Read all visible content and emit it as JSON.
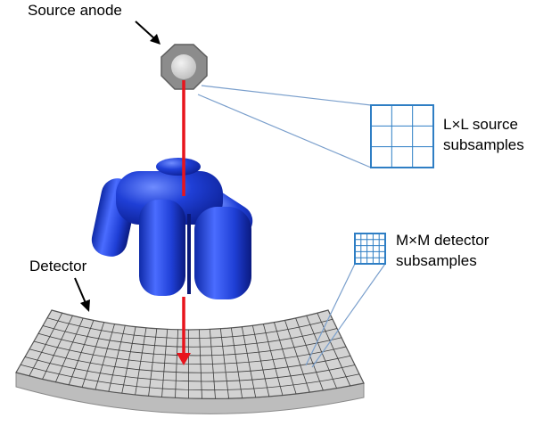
{
  "labels": {
    "source_anode": "Source anode",
    "source_subsamples_line1": "L×L source",
    "source_subsamples_line2": "subsamples",
    "detector": "Detector",
    "detector_subsamples_line1": "M×M detector",
    "detector_subsamples_line2": "subsamples"
  },
  "colors": {
    "ray": "#e8141c",
    "phantom": "#1f3fd6",
    "phantom_dark": "#0b1e8f",
    "grid_line": "#2e7ec4",
    "zoom_line": "#7a9fcc",
    "detector_face": "#cfcfcf",
    "detector_edge": "#b4b4b4",
    "detector_grid": "#3c3c3c",
    "anode_outer": "#8c8c8c",
    "anode_inner": "#d9d9d9"
  },
  "grids": {
    "source_subsamples": 3,
    "detector_subsamples": 5,
    "detector_columns": 26,
    "detector_rows": 8
  }
}
